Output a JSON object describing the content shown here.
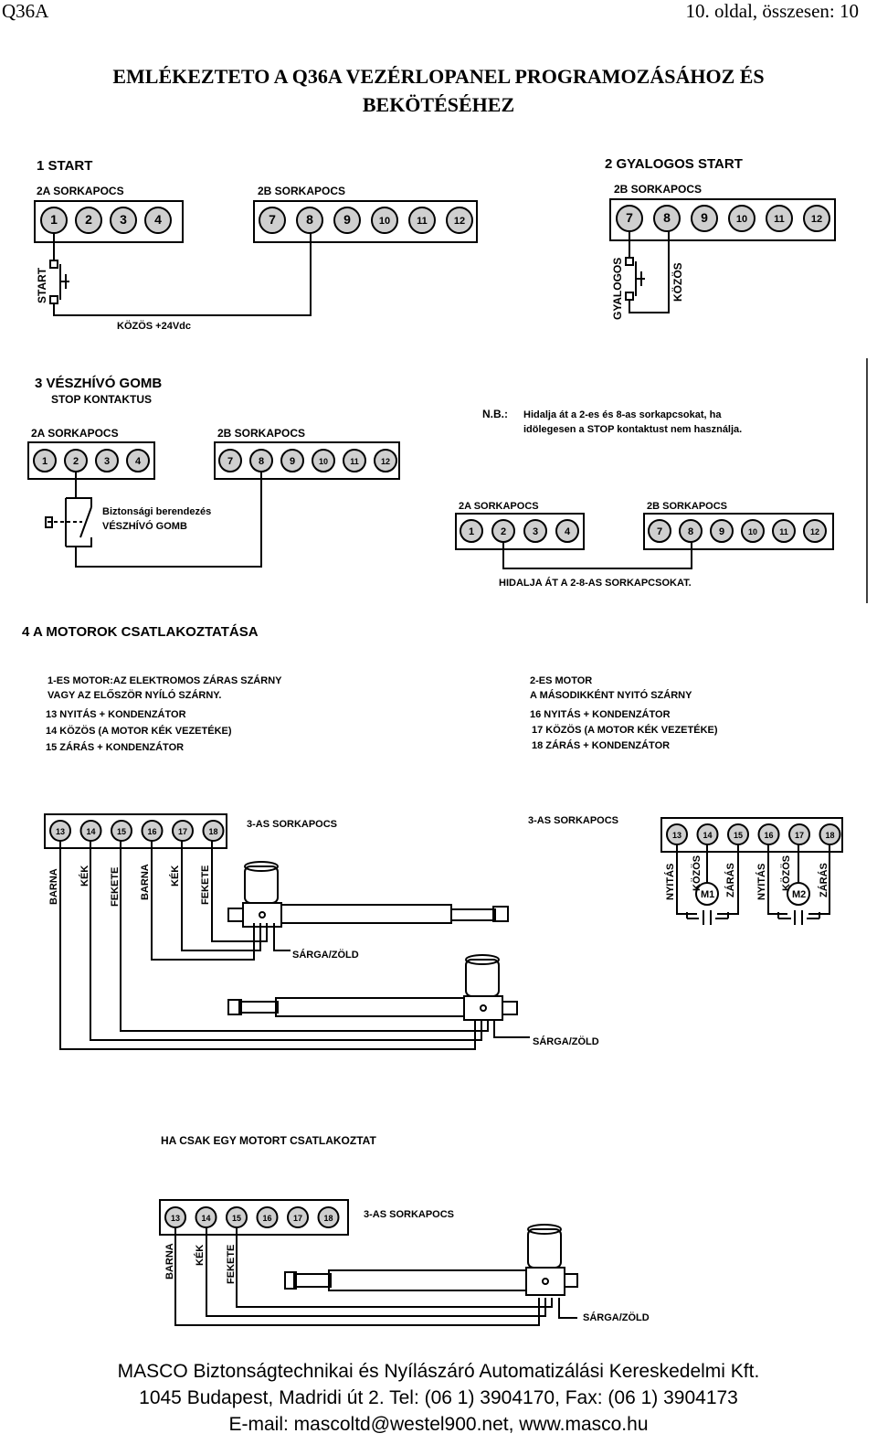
{
  "header": {
    "doc_name": "Q36A",
    "page_info": "10. oldal, összesen: 10"
  },
  "title": {
    "line1": "EMLÉKEZTETO A Q36A VEZÉRLOPANEL PROGRAMOZÁSÁHOZ ÉS",
    "line2": "BEKÖTÉSÉHEZ"
  },
  "sec1": {
    "heading": "1   START",
    "block_a": "2A SORKAPOCS",
    "block_b": "2B SORKAPOCS",
    "switch_label": "START",
    "common_label": "KÖZÖS +24Vdc"
  },
  "sec2": {
    "heading": "2 GYALOGOS START",
    "block_b": "2B SORKAPOCS",
    "switch_label": "GYALOGOS",
    "common_label": "KÖZÖS"
  },
  "sec3": {
    "heading": "3  VÉSZHÍVÓ GOMB",
    "subheading": "STOP KONTAKTUS",
    "block_a": "2A SORKAPOCS",
    "block_b": "2B SORKAPOCS",
    "device_line1": "Biztonsági berendezés",
    "device_line2": "VÉSZHÍVÓ GOMB"
  },
  "nb": {
    "prefix": "N.B.:",
    "line1": "Hidalja át a 2-es és 8-as sorkapcsokat, ha",
    "line2": "idölegesen a STOP kontaktust nem használja.",
    "block_a": "2A SORKAPOCS",
    "block_b": "2B SORKAPOCS",
    "bridge_label": "HIDALJA ÁT A 2-8-AS SORKAPCSOKAT."
  },
  "sec4": {
    "heading": "4  A MOTOROK CSATLAKOZTATÁSA",
    "motor1": [
      "1-ES MOTOR:AZ ELEKTROMOS ZÁRAS SZÁRNY",
      "VAGY AZ ELŐSZÖR NYÍLÓ SZÁRNY.",
      "13 NYITÁS + KONDENZÁTOR",
      "14 KÖZÖS (A MOTOR KÉK VEZETÉKE)",
      "15 ZÁRÁS + KONDENZÁTOR"
    ],
    "motor2": [
      "2-ES MOTOR",
      "A MÁSODIKKÉNT NYITÓ SZÁRNY",
      "16 NYITÁS + KONDENZÁTOR",
      "17 KÖZÖS (A MOTOR KÉK VEZETÉKE)",
      "18 ZÁRÁS + KONDENZÁTOR"
    ],
    "block3": "3-AS SORKAPOCS",
    "wires": [
      "BARNA",
      "KÉK",
      "FEKETE",
      "BARNA",
      "KÉK",
      "FEKETE"
    ],
    "ground": "SÁRGA/ZÖLD",
    "schem": [
      "NYITÁS",
      "KÖZÖS",
      "ZÁRÁS",
      "NYITÁS",
      "KÖZÖS",
      "ZÁRÁS"
    ],
    "m1": "M1",
    "m2": "M2"
  },
  "sec5": {
    "heading": "HA CSAK EGY MOTORT CSATLAKOZTAT",
    "block3": "3-AS SORKAPOCS",
    "wires": [
      "BARNA",
      "KÉK",
      "FEKETE"
    ],
    "ground": "SÁRGA/ZÖLD"
  },
  "terminals": {
    "a": [
      "1",
      "2",
      "3",
      "4"
    ],
    "b": [
      "7",
      "8",
      "9",
      "10",
      "11",
      "12"
    ],
    "c": [
      "13",
      "14",
      "15",
      "16",
      "17",
      "18"
    ]
  },
  "footer": {
    "line1": "MASCO Biztonságtechnikai és Nyílászáró Automatizálási Kereskedelmi Kft.",
    "line2": "1045 Budapest, Madridi út 2. Tel: (06 1) 3904170, Fax: (06 1) 3904173",
    "line3": "E-mail: mascoltd@westel900.net, www.masco.hu"
  }
}
